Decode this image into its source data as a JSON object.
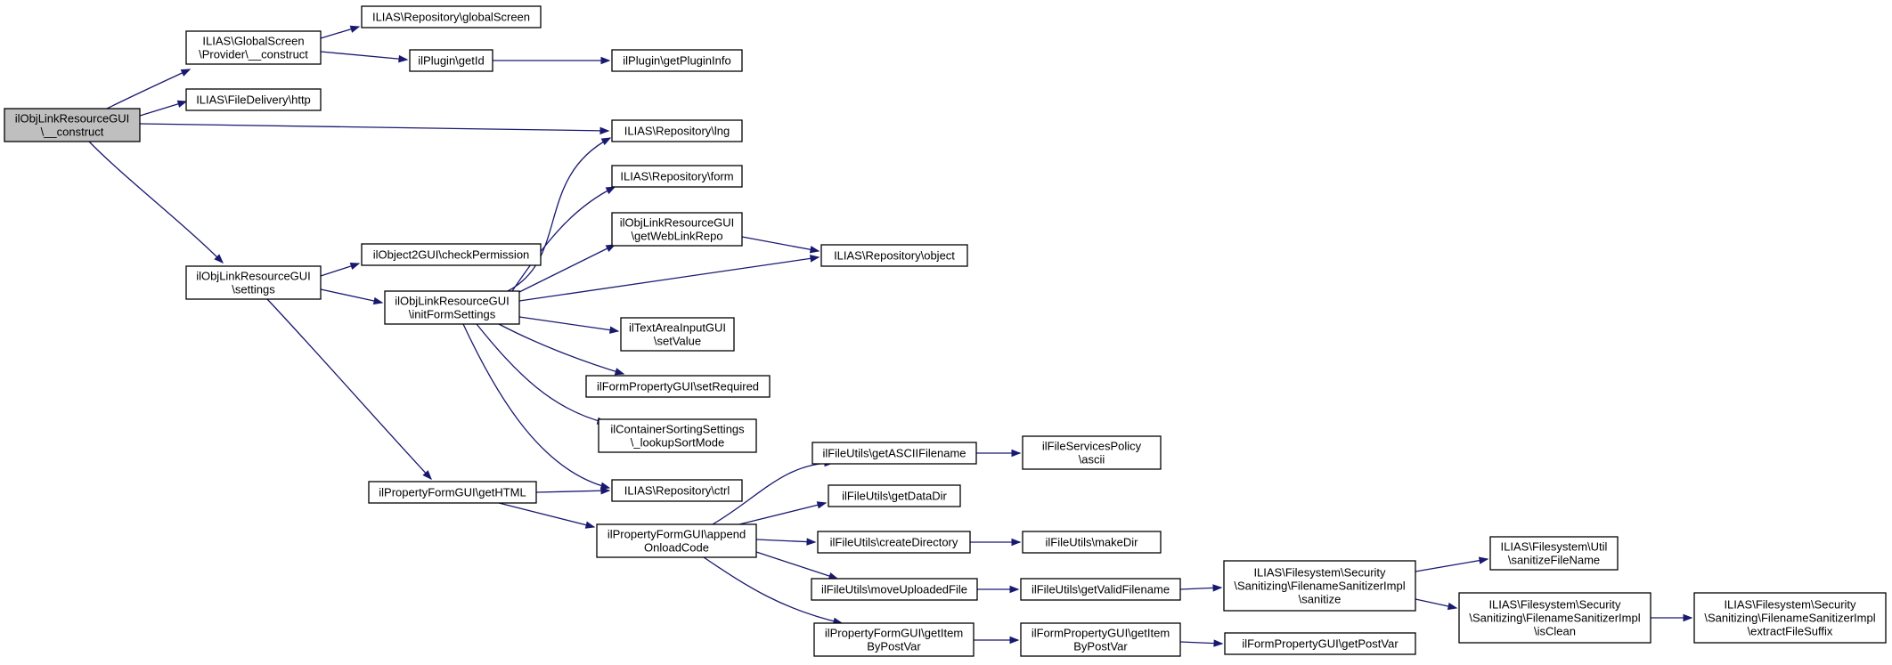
{
  "graph": {
    "nodes": [
      {
        "id": "n_construct",
        "lines": [
          "ilObjLinkResourceGUI",
          "\\__construct"
        ],
        "highlighted": true
      },
      {
        "id": "n_gs_provider",
        "lines": [
          "ILIAS\\GlobalScreen",
          "\\Provider\\__construct"
        ]
      },
      {
        "id": "n_globalscreen",
        "lines": [
          "ILIAS\\Repository\\globalScreen"
        ]
      },
      {
        "id": "n_plugin_getid",
        "lines": [
          "ilPlugin\\getId"
        ]
      },
      {
        "id": "n_plugin_info",
        "lines": [
          "ilPlugin\\getPluginInfo"
        ]
      },
      {
        "id": "n_filedelivery",
        "lines": [
          "ILIAS\\FileDelivery\\http"
        ]
      },
      {
        "id": "n_lng",
        "lines": [
          "ILIAS\\Repository\\lng"
        ]
      },
      {
        "id": "n_form",
        "lines": [
          "ILIAS\\Repository\\form"
        ]
      },
      {
        "id": "n_weblinkrepo",
        "lines": [
          "ilObjLinkResourceGUI",
          "\\getWebLinkRepo"
        ]
      },
      {
        "id": "n_object",
        "lines": [
          "ILIAS\\Repository\\object"
        ]
      },
      {
        "id": "n_settings",
        "lines": [
          "ilObjLinkResourceGUI",
          "\\settings"
        ]
      },
      {
        "id": "n_checkperm",
        "lines": [
          "ilObject2GUI\\checkPermission"
        ]
      },
      {
        "id": "n_initform",
        "lines": [
          "ilObjLinkResourceGUI",
          "\\initFormSettings"
        ]
      },
      {
        "id": "n_textarea",
        "lines": [
          "ilTextAreaInputGUI",
          "\\setValue"
        ]
      },
      {
        "id": "n_setrequired",
        "lines": [
          "ilFormPropertyGUI\\setRequired"
        ]
      },
      {
        "id": "n_sortmode",
        "lines": [
          "ilContainerSortingSettings",
          "\\_lookupSortMode"
        ]
      },
      {
        "id": "n_gethtml",
        "lines": [
          "ilPropertyFormGUI\\getHTML"
        ]
      },
      {
        "id": "n_ctrl",
        "lines": [
          "ILIAS\\Repository\\ctrl"
        ]
      },
      {
        "id": "n_append",
        "lines": [
          "ilPropertyFormGUI\\append",
          "OnloadCode"
        ]
      },
      {
        "id": "n_asciifn",
        "lines": [
          "ilFileUtils\\getASCIIFilename"
        ]
      },
      {
        "id": "n_ascii",
        "lines": [
          "ilFileServicesPolicy",
          "\\ascii"
        ]
      },
      {
        "id": "n_datadir",
        "lines": [
          "ilFileUtils\\getDataDir"
        ]
      },
      {
        "id": "n_createdir",
        "lines": [
          "ilFileUtils\\createDirectory"
        ]
      },
      {
        "id": "n_makedir",
        "lines": [
          "ilFileUtils\\makeDir"
        ]
      },
      {
        "id": "n_moveup",
        "lines": [
          "ilFileUtils\\moveUploadedFile"
        ]
      },
      {
        "id": "n_validfn",
        "lines": [
          "ilFileUtils\\getValidFilename"
        ]
      },
      {
        "id": "n_sanitize",
        "lines": [
          "ILIAS\\Filesystem\\Security",
          "\\Sanitizing\\FilenameSanitizerImpl",
          "\\sanitize"
        ]
      },
      {
        "id": "n_sanitizefn",
        "lines": [
          "ILIAS\\Filesystem\\Util",
          "\\sanitizeFileName"
        ]
      },
      {
        "id": "n_isclean",
        "lines": [
          "ILIAS\\Filesystem\\Security",
          "\\Sanitizing\\FilenameSanitizerImpl",
          "\\isClean"
        ]
      },
      {
        "id": "n_suffix",
        "lines": [
          "ILIAS\\Filesystem\\Security",
          "\\Sanitizing\\FilenameSanitizerImpl",
          "\\extractFileSuffix"
        ]
      },
      {
        "id": "n_pf_getitem",
        "lines": [
          "ilPropertyFormGUI\\getItem",
          "ByPostVar"
        ]
      },
      {
        "id": "n_fp_getitem",
        "lines": [
          "ilFormPropertyGUI\\getItem",
          "ByPostVar"
        ]
      },
      {
        "id": "n_getpostvar",
        "lines": [
          "ilFormPropertyGUI\\getPostVar"
        ]
      }
    ],
    "edges": [
      {
        "from": "n_construct",
        "to": "n_gs_provider"
      },
      {
        "from": "n_construct",
        "to": "n_filedelivery"
      },
      {
        "from": "n_construct",
        "to": "n_lng"
      },
      {
        "from": "n_construct",
        "to": "n_settings"
      },
      {
        "from": "n_gs_provider",
        "to": "n_globalscreen"
      },
      {
        "from": "n_gs_provider",
        "to": "n_plugin_getid"
      },
      {
        "from": "n_plugin_getid",
        "to": "n_plugin_info"
      },
      {
        "from": "n_settings",
        "to": "n_checkperm"
      },
      {
        "from": "n_settings",
        "to": "n_initform"
      },
      {
        "from": "n_settings",
        "to": "n_gethtml"
      },
      {
        "from": "n_initform",
        "to": "n_lng"
      },
      {
        "from": "n_initform",
        "to": "n_form"
      },
      {
        "from": "n_initform",
        "to": "n_weblinkrepo"
      },
      {
        "from": "n_initform",
        "to": "n_object"
      },
      {
        "from": "n_initform",
        "to": "n_textarea"
      },
      {
        "from": "n_initform",
        "to": "n_setrequired"
      },
      {
        "from": "n_initform",
        "to": "n_sortmode"
      },
      {
        "from": "n_initform",
        "to": "n_ctrl"
      },
      {
        "from": "n_weblinkrepo",
        "to": "n_object"
      },
      {
        "from": "n_gethtml",
        "to": "n_ctrl"
      },
      {
        "from": "n_gethtml",
        "to": "n_append"
      },
      {
        "from": "n_append",
        "to": "n_asciifn"
      },
      {
        "from": "n_append",
        "to": "n_datadir"
      },
      {
        "from": "n_append",
        "to": "n_createdir"
      },
      {
        "from": "n_append",
        "to": "n_moveup"
      },
      {
        "from": "n_append",
        "to": "n_pf_getitem"
      },
      {
        "from": "n_asciifn",
        "to": "n_ascii"
      },
      {
        "from": "n_createdir",
        "to": "n_makedir"
      },
      {
        "from": "n_moveup",
        "to": "n_validfn"
      },
      {
        "from": "n_validfn",
        "to": "n_sanitize"
      },
      {
        "from": "n_sanitize",
        "to": "n_sanitizefn"
      },
      {
        "from": "n_sanitize",
        "to": "n_isclean"
      },
      {
        "from": "n_isclean",
        "to": "n_suffix"
      },
      {
        "from": "n_pf_getitem",
        "to": "n_fp_getitem"
      },
      {
        "from": "n_fp_getitem",
        "to": "n_getpostvar"
      }
    ]
  }
}
